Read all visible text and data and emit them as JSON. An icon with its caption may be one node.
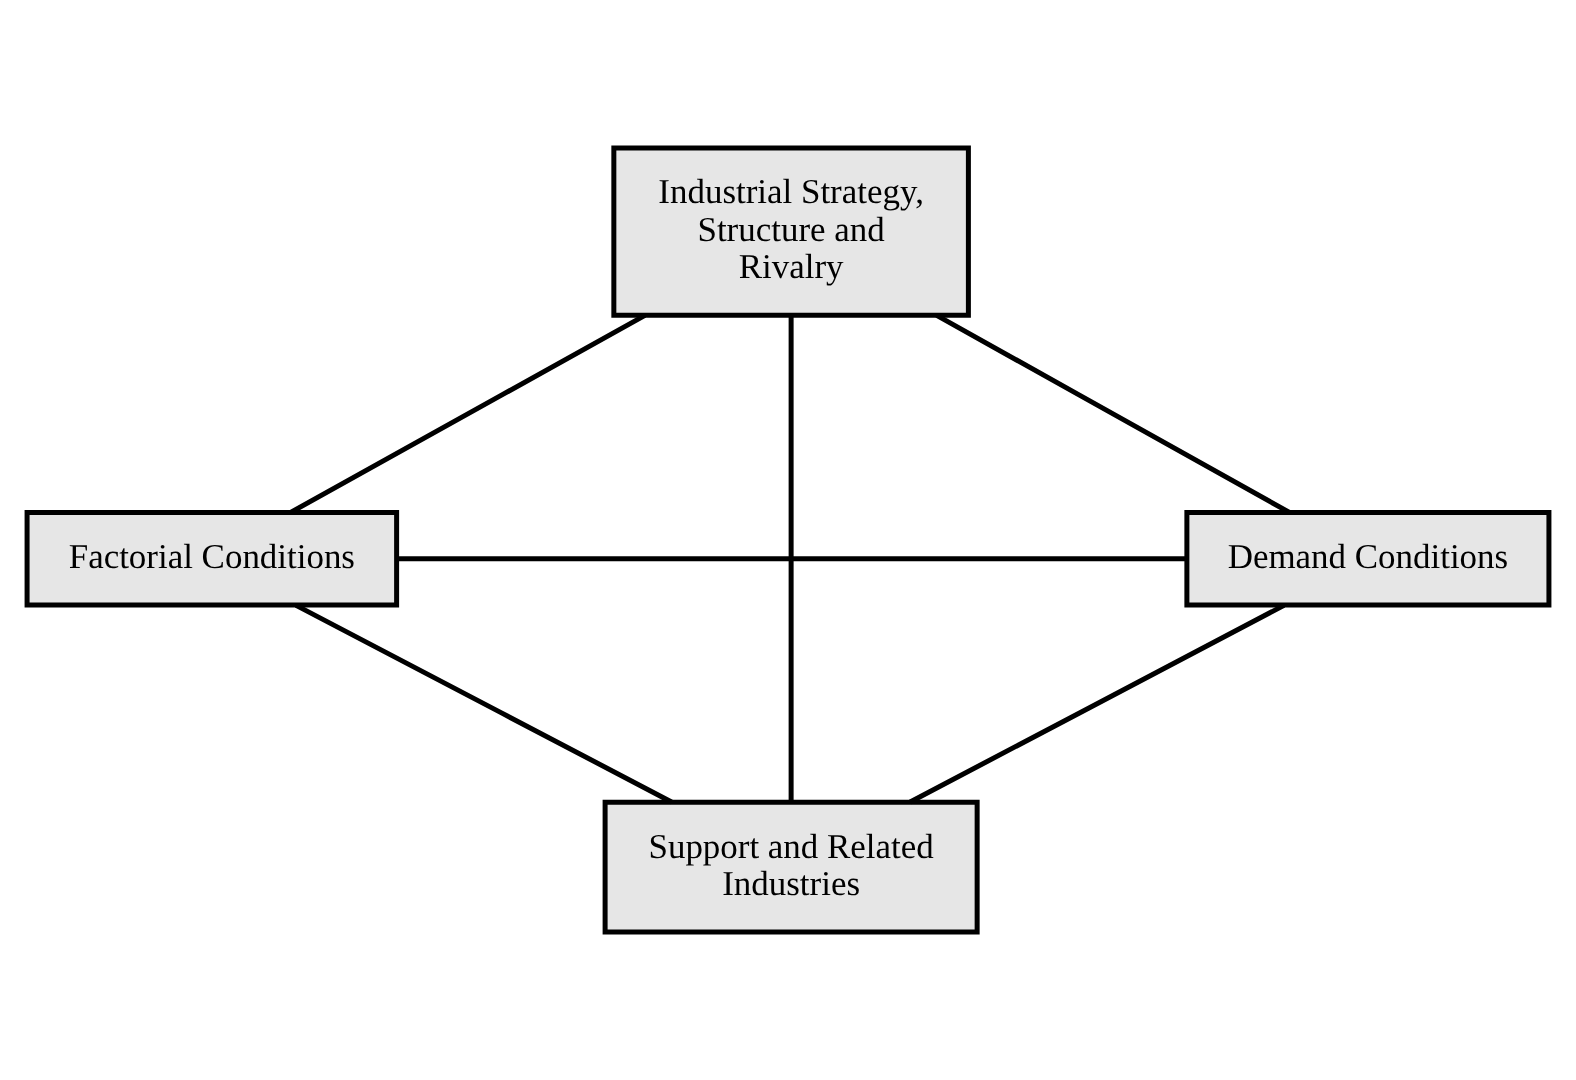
{
  "diagram": {
    "nodes": [
      {
        "text": [
          "Industrial Strategy, Structure and Rivalry"
        ]
      },
      {
        "text": [
          "Factorial Conditions"
        ]
      },
      {
        "text": [
          "Demand Conditions"
        ]
      },
      {
        "text": [
          "Support and Related Industries"
        ]
      }
    ],
    "edges": [
      {
        "from": 0,
        "to": 1,
        "arrow": "none"
      },
      {
        "from": 0,
        "to": 2,
        "arrow": "none"
      },
      {
        "from": 1,
        "to": 2,
        "arrow": "none"
      },
      {
        "from": 0,
        "to": 3,
        "arrow": "none"
      },
      {
        "from": 1,
        "to": 3,
        "arrow": "none"
      },
      {
        "from": 2,
        "to": 3,
        "arrow": "none"
      }
    ]
  }
}
